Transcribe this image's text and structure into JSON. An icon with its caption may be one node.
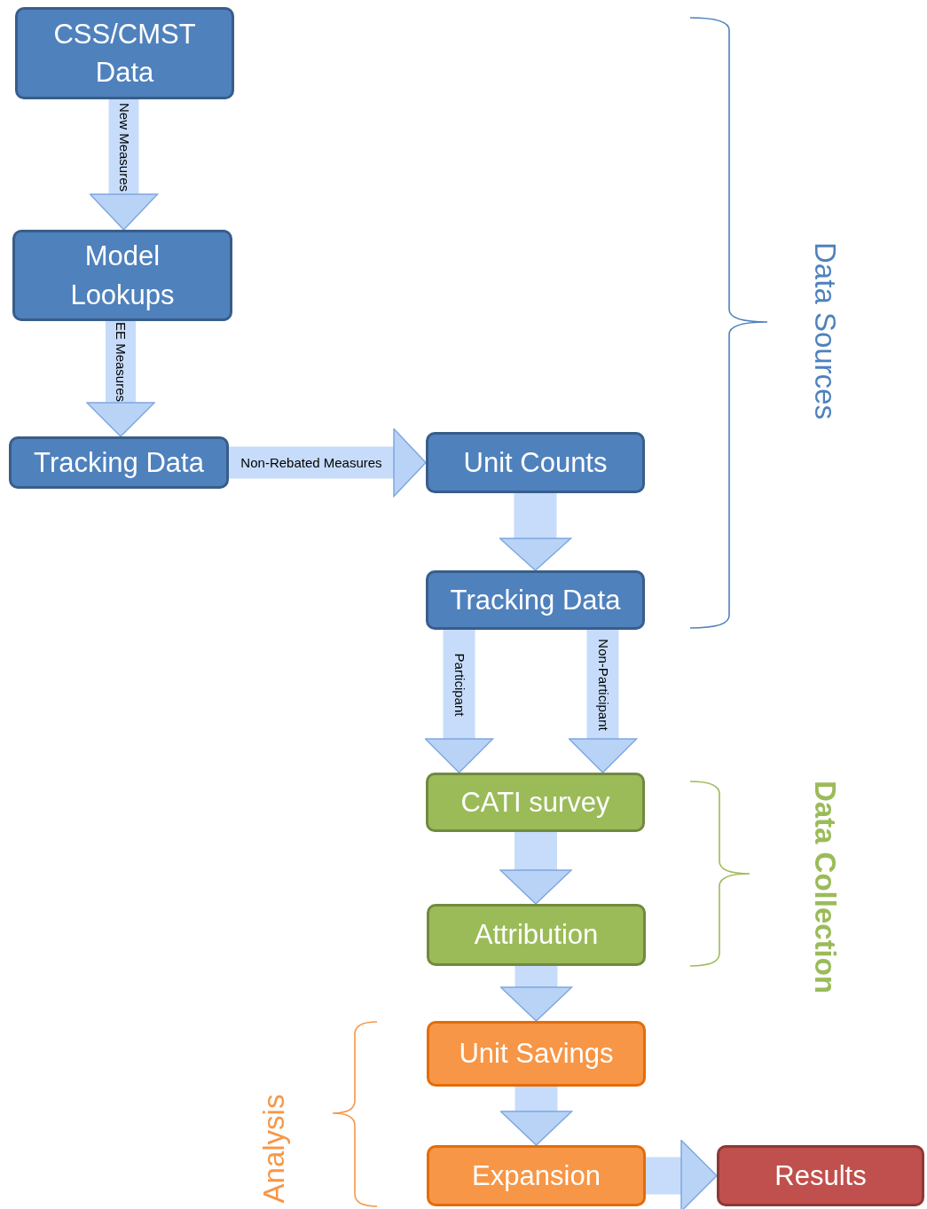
{
  "diagram": {
    "nodes": [
      {
        "text": [
          "CSS/CMST Data"
        ]
      },
      {
        "text": [
          "Model Lookups"
        ]
      },
      {
        "text": [
          "Tracking Data"
        ]
      },
      {
        "text": [
          "Unit Counts"
        ]
      },
      {
        "text": [
          "Tracking Data"
        ]
      },
      {
        "text": [
          "CATI survey"
        ]
      },
      {
        "text": [
          "Attribution"
        ]
      },
      {
        "text": [
          "Unit Savings"
        ]
      },
      {
        "text": [
          "Expansion"
        ]
      },
      {
        "text": [
          "Results"
        ]
      }
    ],
    "edges": [
      {
        "from": 0,
        "to": 1,
        "arrow": "to",
        "label": "New Measures"
      },
      {
        "from": 1,
        "to": 2,
        "arrow": "to",
        "label": "EE Measures"
      },
      {
        "from": 2,
        "to": 3,
        "arrow": "to",
        "label": "Non-Rebated Measures"
      },
      {
        "from": 3,
        "to": 4,
        "arrow": "to"
      },
      {
        "from": 4,
        "to": 5,
        "arrow": "to",
        "label": "Participant"
      },
      {
        "from": 4,
        "to": 5,
        "arrow": "to",
        "label": "Non-Participant"
      },
      {
        "from": 5,
        "to": 6,
        "arrow": "to"
      },
      {
        "from": 6,
        "to": 7,
        "arrow": "to"
      },
      {
        "from": 7,
        "to": 8,
        "arrow": "to"
      },
      {
        "from": 8,
        "to": 9,
        "arrow": "to"
      }
    ],
    "labels": [
      "Data Sources",
      "Data Collection",
      "Analysis"
    ]
  }
}
